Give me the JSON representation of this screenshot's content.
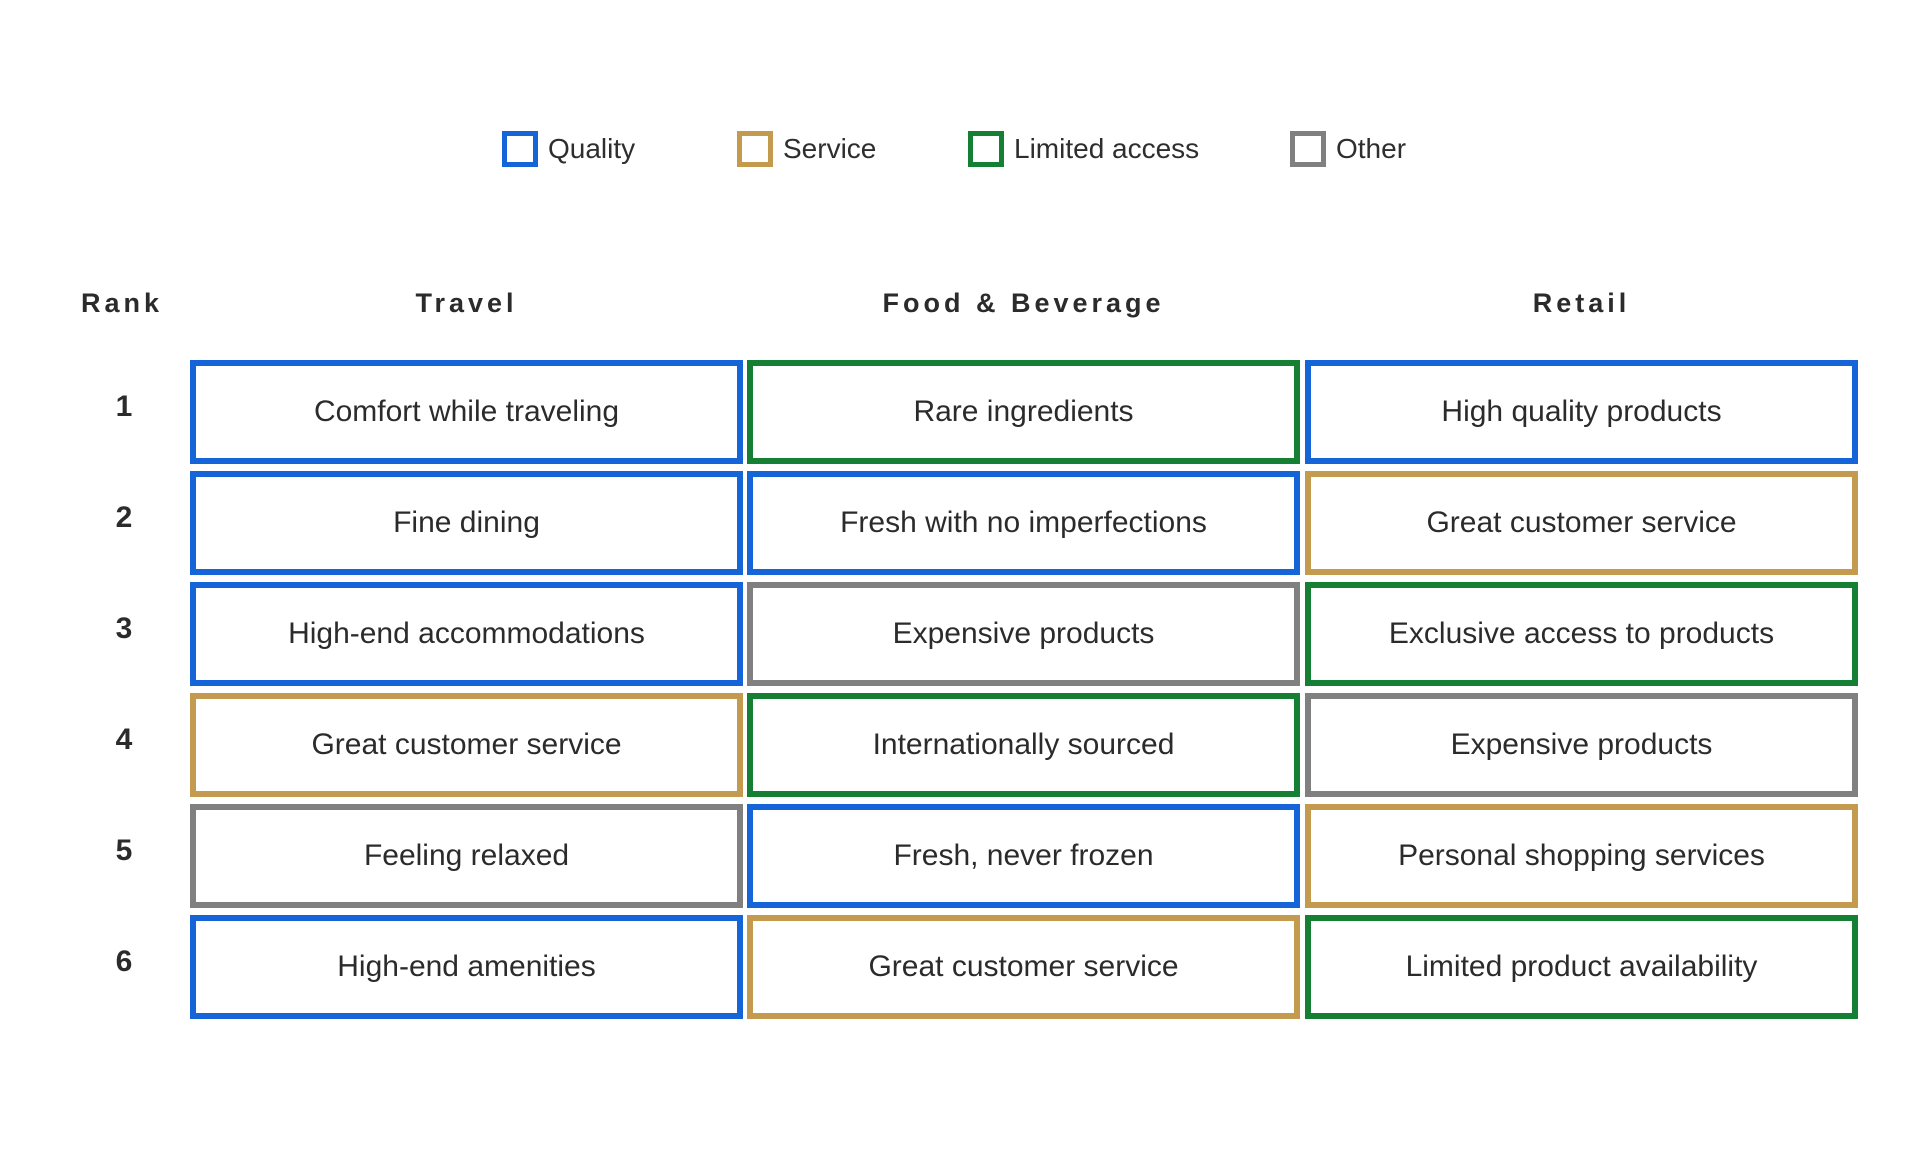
{
  "chart_data": {
    "type": "table",
    "legend": [
      {
        "key": "quality",
        "label": "Quality",
        "color": "#1565d8"
      },
      {
        "key": "service",
        "label": "Service",
        "color": "#c49a4e"
      },
      {
        "key": "limited",
        "label": "Limited access",
        "color": "#158034"
      },
      {
        "key": "other",
        "label": "Other",
        "color": "#808080"
      }
    ],
    "rank_header": "Rank",
    "columns": [
      "Travel",
      "Food & Beverage",
      "Retail"
    ],
    "ranks": [
      "1",
      "2",
      "3",
      "4",
      "5",
      "6"
    ],
    "rows": [
      [
        {
          "text": "Comfort while traveling",
          "category": "quality"
        },
        {
          "text": "Rare ingredients",
          "category": "limited"
        },
        {
          "text": "High quality products",
          "category": "quality"
        }
      ],
      [
        {
          "text": "Fine dining",
          "category": "quality"
        },
        {
          "text": "Fresh with no imperfections",
          "category": "quality"
        },
        {
          "text": "Great customer service",
          "category": "service"
        }
      ],
      [
        {
          "text": "High-end accommodations",
          "category": "quality"
        },
        {
          "text": "Expensive products",
          "category": "other"
        },
        {
          "text": "Exclusive access to products",
          "category": "limited"
        }
      ],
      [
        {
          "text": "Great customer service",
          "category": "service"
        },
        {
          "text": "Internationally sourced",
          "category": "limited"
        },
        {
          "text": "Expensive products",
          "category": "other"
        }
      ],
      [
        {
          "text": "Feeling relaxed",
          "category": "other"
        },
        {
          "text": "Fresh, never frozen",
          "category": "quality"
        },
        {
          "text": "Personal shopping services",
          "category": "service"
        }
      ],
      [
        {
          "text": "High-end amenities",
          "category": "quality"
        },
        {
          "text": "Great customer service",
          "category": "service"
        },
        {
          "text": "Limited product availability",
          "category": "limited"
        }
      ]
    ]
  }
}
